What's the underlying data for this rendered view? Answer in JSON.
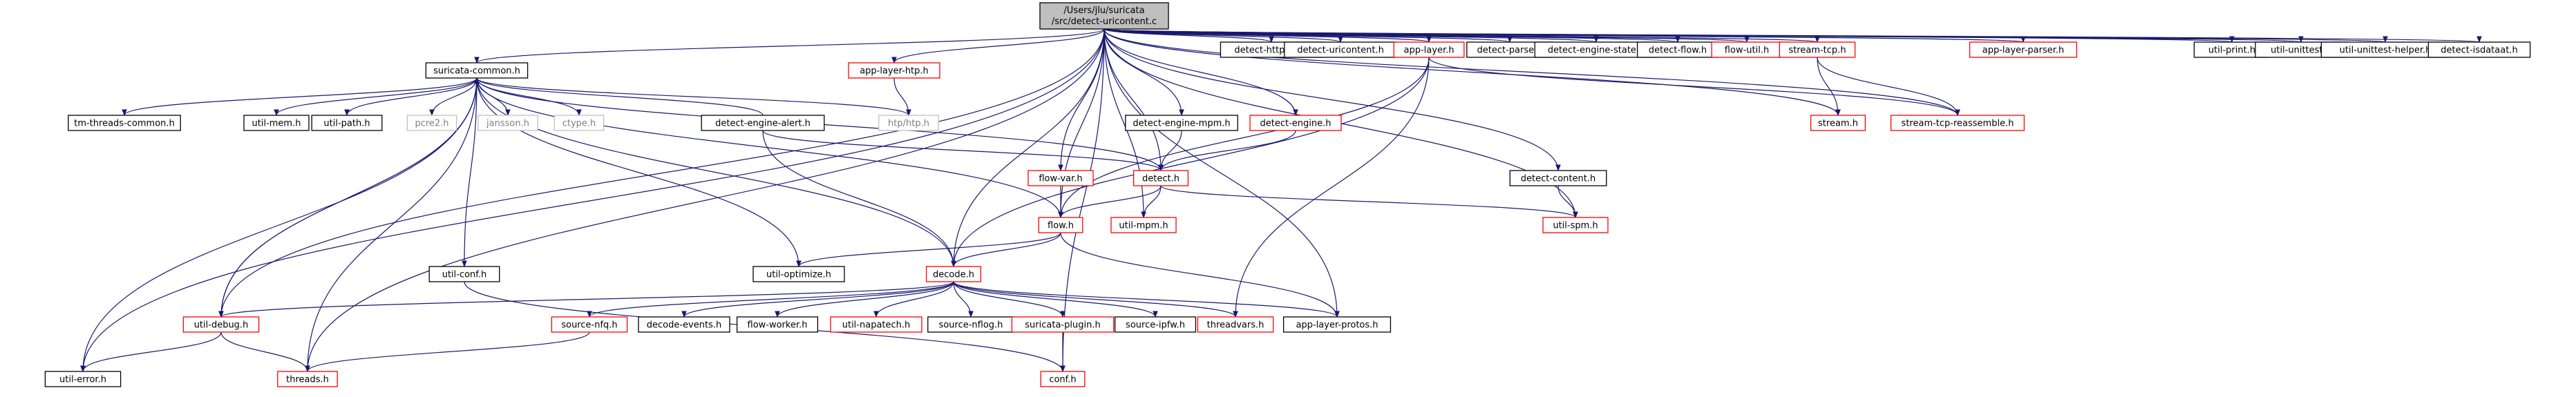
{
  "graph": {
    "root": {
      "lines": [
        "/Users/jlu/suricata",
        "/src/detect-uricontent.c"
      ]
    },
    "nodes": [
      {
        "id": "suricata_common",
        "label": "suricata-common.h",
        "kind": "documented"
      },
      {
        "id": "app_layer_htp",
        "label": "app-layer-htp.h",
        "kind": "external"
      },
      {
        "id": "detect_http_uri",
        "label": "detect-http-uri.h",
        "kind": "documented"
      },
      {
        "id": "detect_uricontent_h",
        "label": "detect-uricontent.h",
        "kind": "documented"
      },
      {
        "id": "app_layer",
        "label": "app-layer.h",
        "kind": "external"
      },
      {
        "id": "detect_parse",
        "label": "detect-parse.h",
        "kind": "documented"
      },
      {
        "id": "detect_engine_state",
        "label": "detect-engine-state.h",
        "kind": "documented"
      },
      {
        "id": "detect_flow",
        "label": "detect-flow.h",
        "kind": "documented"
      },
      {
        "id": "flow_util",
        "label": "flow-util.h",
        "kind": "external"
      },
      {
        "id": "stream_tcp",
        "label": "stream-tcp.h",
        "kind": "external"
      },
      {
        "id": "app_layer_parser",
        "label": "app-layer-parser.h",
        "kind": "external"
      },
      {
        "id": "util_print",
        "label": "util-print.h",
        "kind": "documented"
      },
      {
        "id": "util_unittest",
        "label": "util-unittest.h",
        "kind": "documented"
      },
      {
        "id": "util_unittest_helper",
        "label": "util-unittest-helper.h",
        "kind": "documented"
      },
      {
        "id": "detect_isdataat",
        "label": "detect-isdataat.h",
        "kind": "documented"
      },
      {
        "id": "tm_threads_common",
        "label": "tm-threads-common.h",
        "kind": "documented"
      },
      {
        "id": "util_mem",
        "label": "util-mem.h",
        "kind": "documented"
      },
      {
        "id": "util_path",
        "label": "util-path.h",
        "kind": "documented"
      },
      {
        "id": "pcre2",
        "label": "pcre2.h",
        "kind": "system"
      },
      {
        "id": "jansson",
        "label": "jansson.h",
        "kind": "system"
      },
      {
        "id": "ctype",
        "label": "ctype.h",
        "kind": "system"
      },
      {
        "id": "detect_engine_alert",
        "label": "detect-engine-alert.h",
        "kind": "documented"
      },
      {
        "id": "htp",
        "label": "htp/htp.h",
        "kind": "system"
      },
      {
        "id": "detect_engine_mpm",
        "label": "detect-engine-mpm.h",
        "kind": "documented"
      },
      {
        "id": "detect_engine",
        "label": "detect-engine.h",
        "kind": "external"
      },
      {
        "id": "stream",
        "label": "stream.h",
        "kind": "external"
      },
      {
        "id": "stream_tcp_reassemble",
        "label": "stream-tcp-reassemble.h",
        "kind": "external"
      },
      {
        "id": "flow_var",
        "label": "flow-var.h",
        "kind": "external"
      },
      {
        "id": "detect_h",
        "label": "detect.h",
        "kind": "external"
      },
      {
        "id": "detect_content",
        "label": "detect-content.h",
        "kind": "documented"
      },
      {
        "id": "flow_h",
        "label": "flow.h",
        "kind": "external"
      },
      {
        "id": "util_mpm",
        "label": "util-mpm.h",
        "kind": "external"
      },
      {
        "id": "util_spm",
        "label": "util-spm.h",
        "kind": "external"
      },
      {
        "id": "util_optimize",
        "label": "util-optimize.h",
        "kind": "documented"
      },
      {
        "id": "util_conf",
        "label": "util-conf.h",
        "kind": "documented"
      },
      {
        "id": "decode",
        "label": "decode.h",
        "kind": "external"
      },
      {
        "id": "util_debug",
        "label": "util-debug.h",
        "kind": "external"
      },
      {
        "id": "source_nfq",
        "label": "source-nfq.h",
        "kind": "external"
      },
      {
        "id": "decode_events",
        "label": "decode-events.h",
        "kind": "documented"
      },
      {
        "id": "flow_worker",
        "label": "flow-worker.h",
        "kind": "documented"
      },
      {
        "id": "util_napatech",
        "label": "util-napatech.h",
        "kind": "external"
      },
      {
        "id": "source_nflog",
        "label": "source-nflog.h",
        "kind": "documented"
      },
      {
        "id": "suricata_plugin",
        "label": "suricata-plugin.h",
        "kind": "external"
      },
      {
        "id": "source_ipfw",
        "label": "source-ipfw.h",
        "kind": "documented"
      },
      {
        "id": "threadvars",
        "label": "threadvars.h",
        "kind": "external"
      },
      {
        "id": "app_layer_protos",
        "label": "app-layer-protos.h",
        "kind": "documented"
      },
      {
        "id": "util_error",
        "label": "util-error.h",
        "kind": "documented"
      },
      {
        "id": "threads",
        "label": "threads.h",
        "kind": "external"
      },
      {
        "id": "conf",
        "label": "conf.h",
        "kind": "external"
      }
    ],
    "colors": {
      "edge": "#191970",
      "documented_border": "#000000",
      "external_border": "#ff0000",
      "system_border": "#bfbfbf",
      "system_text": "#808080",
      "root_fill": "#bfbfbf"
    }
  }
}
